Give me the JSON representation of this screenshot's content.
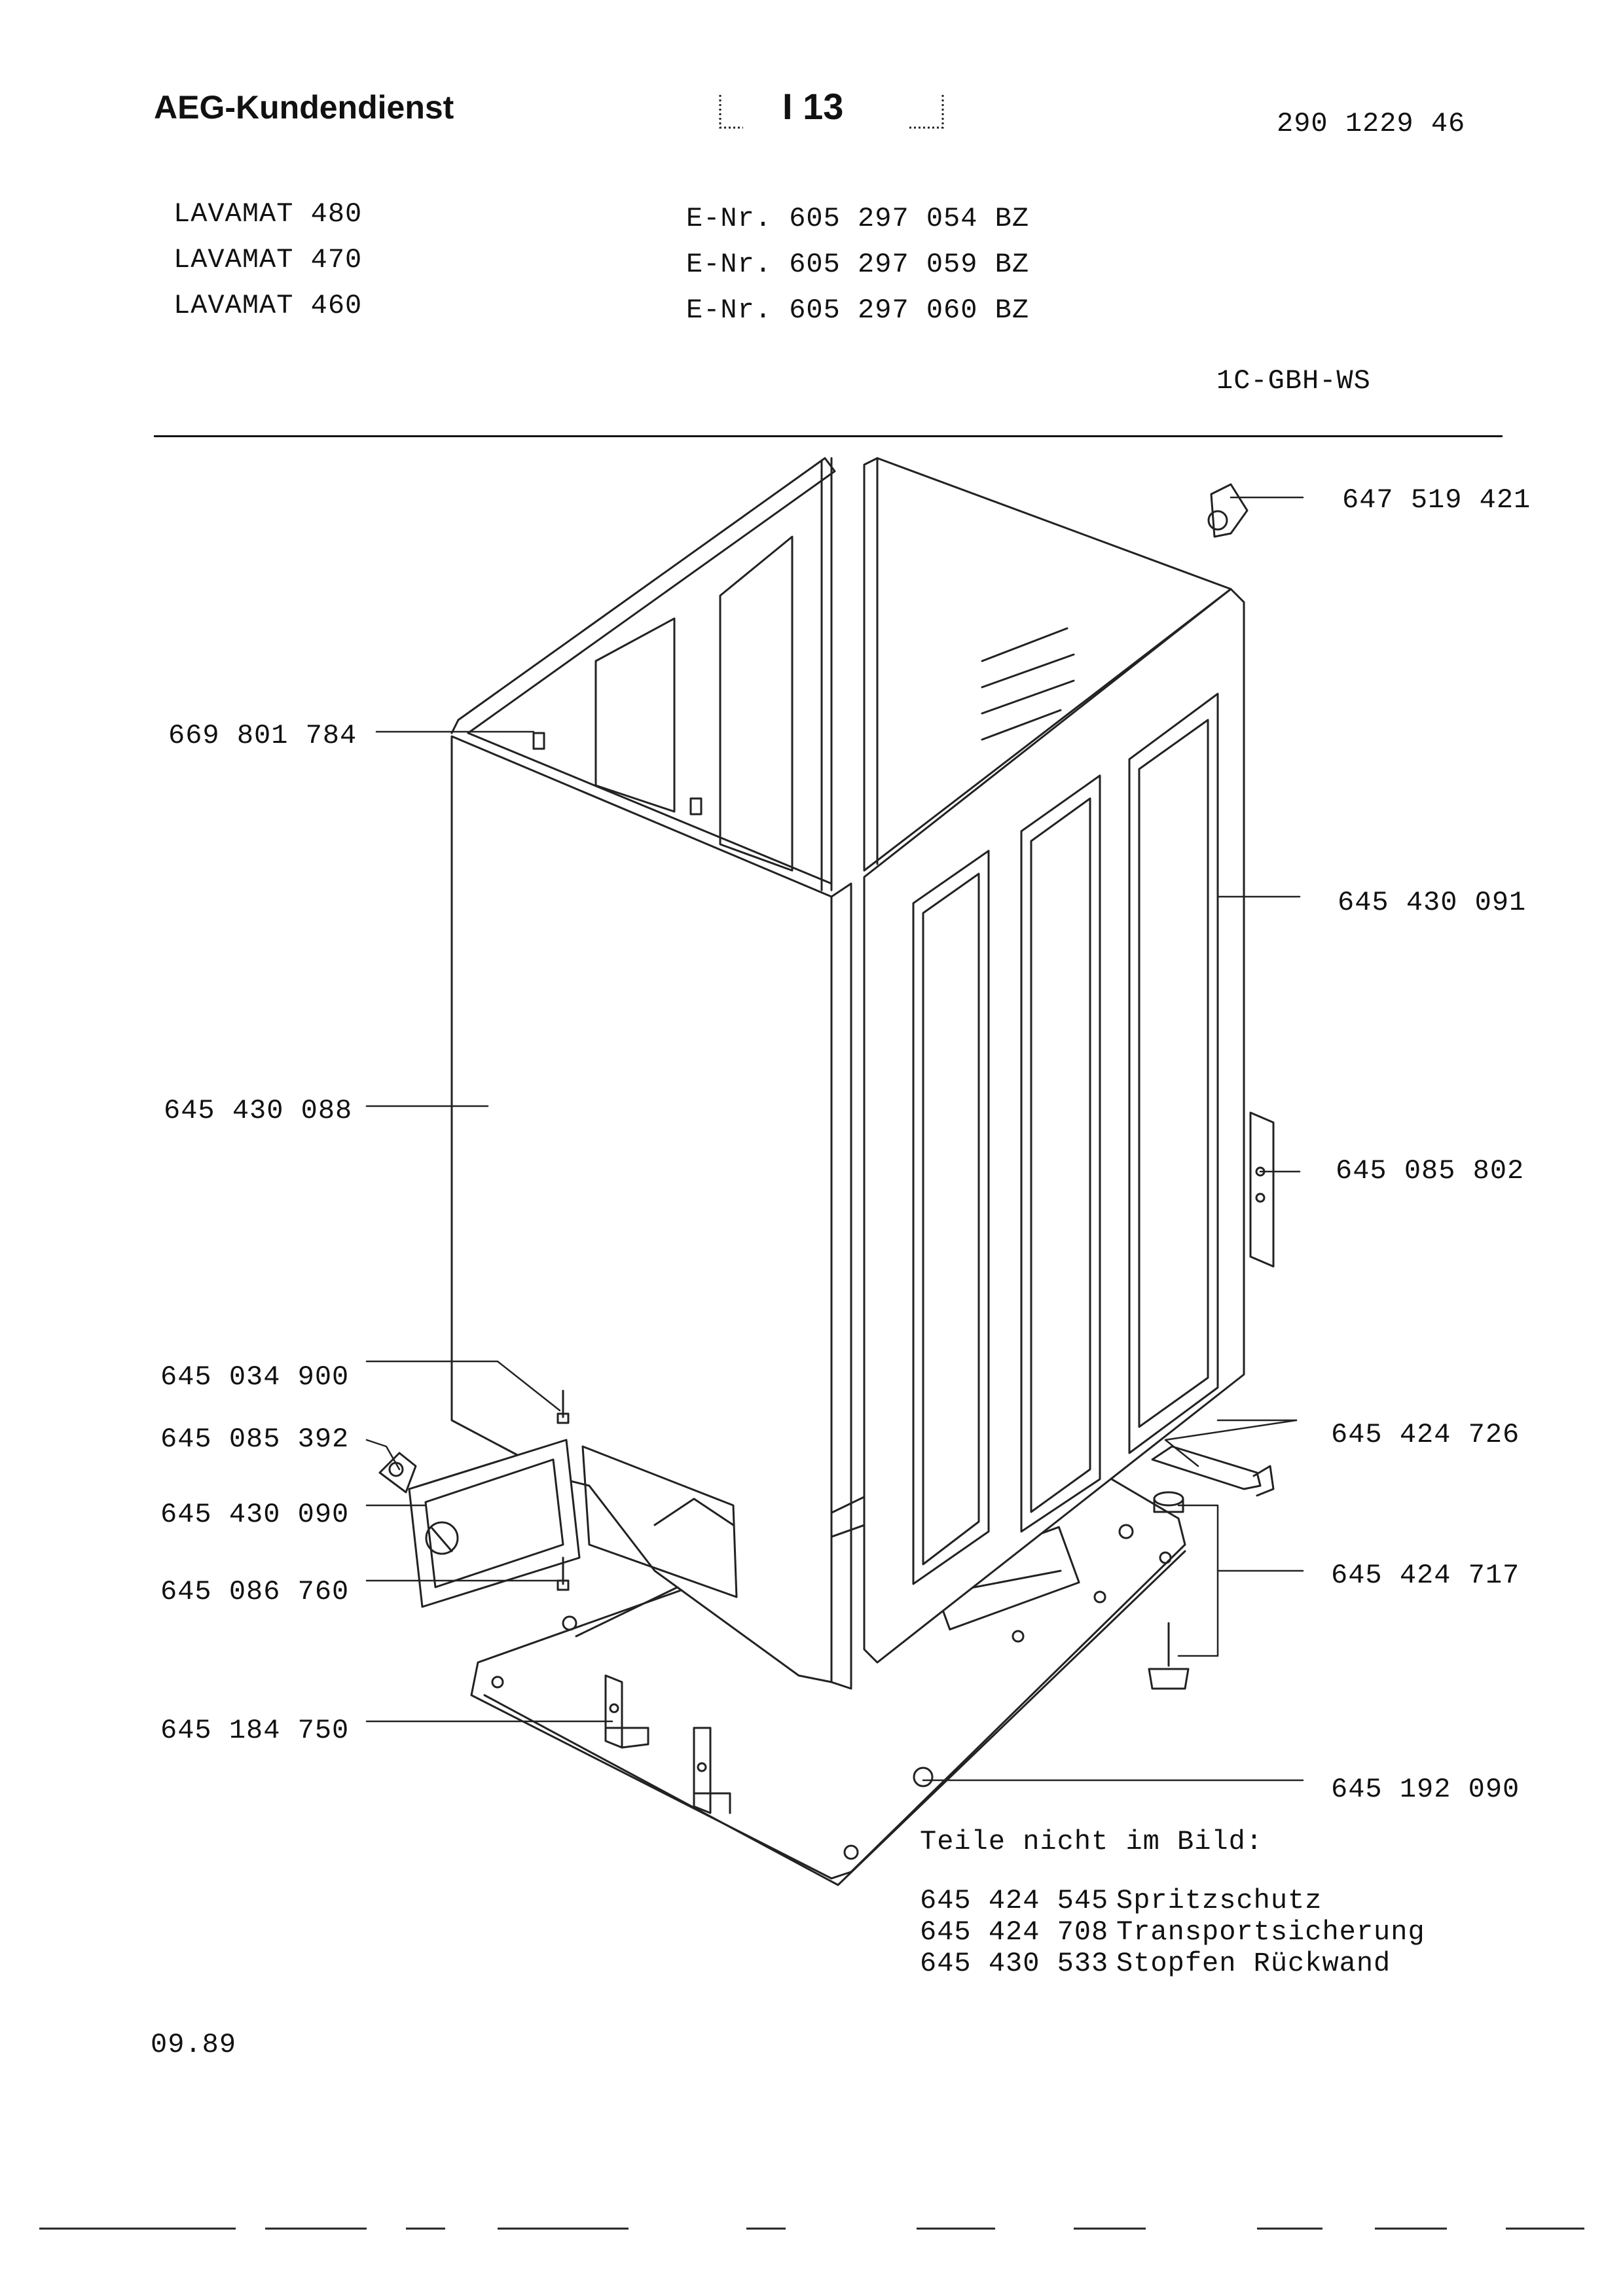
{
  "header": {
    "brand": "AEG-Kundendienst",
    "page_code": "I 13",
    "doc_number": "290 1229 46"
  },
  "models": [
    {
      "name": "LAVAMAT 480",
      "enr": "E-Nr. 605 297 054 BZ"
    },
    {
      "name": "LAVAMAT 470",
      "enr": "E-Nr. 605 297 059 BZ"
    },
    {
      "name": "LAVAMAT 460",
      "enr": "E-Nr. 605 297 060 BZ"
    }
  ],
  "group_code": "1C-GBH-WS",
  "parts": {
    "p1": "647 519 421",
    "p2": "669 801 784",
    "p3": "645 430 091",
    "p4": "645 430 088",
    "p5": "645 085 802",
    "p6": "645 034 900",
    "p7": "645 085 392",
    "p8": "645 424 726",
    "p9": "645 430 090",
    "p10": "645 424 717",
    "p11": "645 086 760",
    "p12": "645 184 750",
    "p13": "645 192 090"
  },
  "not_shown": {
    "title": "Teile nicht im Bild:",
    "items": [
      {
        "code": "645 424 545",
        "desc": "Spritzschutz"
      },
      {
        "code": "645 424 708",
        "desc": "Transportsicherung"
      },
      {
        "code": "645 430 533",
        "desc": "Stopfen Rückwand"
      }
    ]
  },
  "date": "09.89"
}
